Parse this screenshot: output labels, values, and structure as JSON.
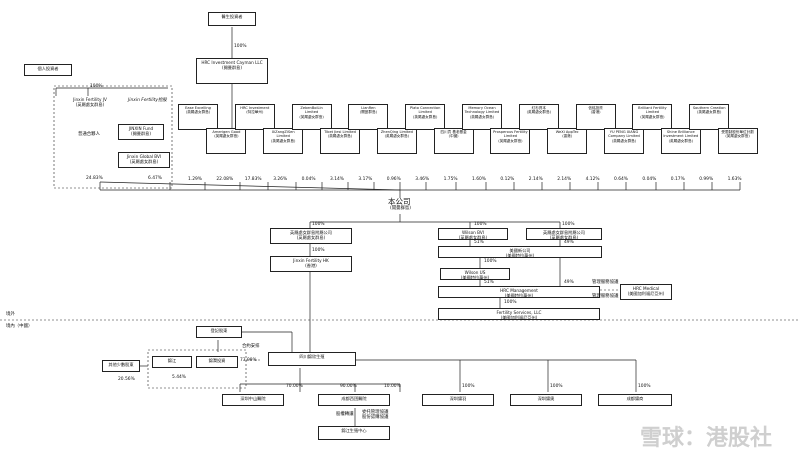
{
  "top": {
    "doctor": "醫生投資者",
    "hrc_cayman": "HRC Investment Cayman LLC\n(開曼群島)",
    "hrc_cayman_pct": "100%"
  },
  "left": {
    "individual": "個人投資者",
    "individual_pct": "100%",
    "jinxin_fertility": "Jinxin Fertility JV\n(英屬處女群島)",
    "jinxin_grp_label": "Jinxin Fertility控股",
    "founder": "普通合夥人",
    "jinxin_fund": "JINXIN Fund\n(開曼群島)",
    "jinxin_global": "Jinxin Global BVI\n(英屬處女群島)",
    "pct1": "24.83%",
    "pct2": "6.47%"
  },
  "holders": [
    {
      "name": "Ease Excelling\n(英屬處女群島)",
      "pct": "1.29%"
    },
    {
      "name": "Amerigen Good\n(英屬處女群島)",
      "pct": "22.08%"
    },
    {
      "name": "HRC Investment\n(特拉華州)",
      "pct": "17.83%"
    },
    {
      "name": "XiZangZiSen Limited\n(英屬處女群島)",
      "pct": "3.26%"
    },
    {
      "name": "ZebenBoiLin Limited\n(英屬處女群島)",
      "pct": "0.04%"
    },
    {
      "name": "Tibet Jiesi Limited\n(英屬處女群島)",
      "pct": "3.14%"
    },
    {
      "name": "LianRen\n(開曼群島)",
      "pct": "3.17%"
    },
    {
      "name": "ZhenQing Limited\n(英屬處女群島)",
      "pct": "0.96%"
    },
    {
      "name": "Plato Connection Limited\n(英屬處女群島)",
      "pct": "3.46%"
    },
    {
      "name": "四川貢 養老基金\n(中國)",
      "pct": "1.75%"
    },
    {
      "name": "Memory Ocean Technology Limited\n(英屬處女群島)",
      "pct": "1.60%"
    },
    {
      "name": "Prosperous Fertility Limited\n(英屬處女群島)",
      "pct": "0.12%"
    },
    {
      "name": "紅杉資本\n(英屬處女群島)",
      "pct": "2.14%"
    },
    {
      "name": "WeXi AppTec\n(香港)",
      "pct": "2.14%"
    },
    {
      "name": "信銘投資\n(香港)",
      "pct": "4.12%"
    },
    {
      "name": "YU PENG XIANG Company Limited\n(英屬處女群島)",
      "pct": "0.64%"
    },
    {
      "name": "Brilliant Fertility Limited\n(英屬處女群島)",
      "pct": "0.04%"
    },
    {
      "name": "Shine Brilliance Investment Limited\n(英屬處女群島)",
      "pct": "0.17%"
    },
    {
      "name": "Southern Creation\n(英屬處女群島)",
      "pct": "0.99%"
    },
    {
      "name": "受限制股份單位計劃\n(英屬處女群島)",
      "pct": "1.63%"
    }
  ],
  "company": {
    "name": "本公司",
    "sub": "(開曼群島)"
  },
  "subs": {
    "bvi_sub": "英屬處女群島附屬公司\n(英屬處女群島)",
    "bvi_sub_pct": "100%",
    "jinxin_hk": "Jinxin Fertility HK\n(香港)",
    "jinxin_hk_pct": "100%",
    "wilson_bvi": "Wilson BVI\n(英屬處女群島)",
    "wilson_bvi_pct": "100%",
    "bvi_sub2": "英屬處女群島附屬公司\n(英屬處女群島)",
    "bvi_sub2_pct": "100%",
    "pct51a": "51%",
    "pct49a": "49%",
    "us_newco": "美國新公司\n(美國特拉華州)",
    "us_newco_pct": "100%",
    "wilson_us": "Wilson US\n(美國特拉華州)",
    "pct51b": "51%",
    "pct49b": "49%",
    "hrc_mgmt": "HRC Management\n(美國特拉華州)",
    "mgmt_note": "管理服務協議",
    "hrc_medical": "HRC Medical\n(美國加利福尼亞州)",
    "hrc_medical_note": "管理服務協議",
    "fertility_llc": "Fertility Services, LLC\n(美國加利福尼亞州)",
    "fertility_pct": "100%"
  },
  "region": {
    "overseas": "境外",
    "domestic": "境內（中國）"
  },
  "china": {
    "registered": "登記股東",
    "contract": "合約安排",
    "sichuan_jinxin": "四川錦欣生殖",
    "other_shareholders": "其他少數股東",
    "other_pct": "20.56%",
    "jinjiang": "錦江",
    "sichuan_jinrun": "錦潤投資",
    "pct_a": "5.44%",
    "pct_b": "73.99%",
    "pct_70": "70.00%",
    "pct_90": "90.00%",
    "pct_10": "10.00%",
    "hosp1": "深圳中山醫院",
    "hosp2": "成都西囝醫院",
    "eq_transfer": "股權轉讓",
    "inst": "錦江生殖中心",
    "sub_note": "委托管理協議\n股份認購協議",
    "c1": "深圳錦羽",
    "c2": "深圳錦奧",
    "c3": "成都錦商",
    "pct_c": "100%"
  },
  "watermark": "雪球：港股社"
}
